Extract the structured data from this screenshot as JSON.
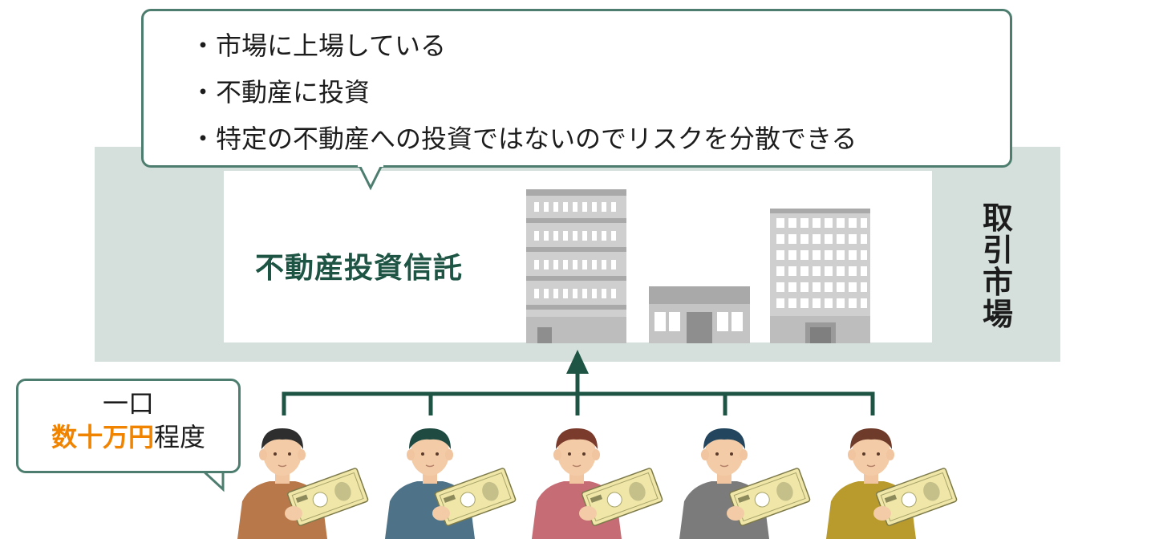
{
  "bubble_top": {
    "lines": [
      "・市場に上場している",
      "・不動産に投資",
      "・特定の不動産への投資ではないのでリスクを分散できる"
    ]
  },
  "fund_label": "不動産投資信託",
  "market_label": [
    "取",
    "引",
    "市",
    "場"
  ],
  "bubble_left": {
    "line1": "一口",
    "amount": "数十万円",
    "suffix": "程度"
  },
  "colors": {
    "accent_green": "#1d5444",
    "border_green": "#4d7d6e",
    "band": "#d5dfdb",
    "orange": "#f08300"
  },
  "investors": [
    {
      "name": "investor-older-man",
      "shirt": "#b8784a",
      "hair": "#2e2e2e"
    },
    {
      "name": "investor-young-man",
      "shirt": "#4e7388",
      "hair": "#1f4a42"
    },
    {
      "name": "investor-woman",
      "shirt": "#c66c74",
      "hair": "#7a3a2c"
    },
    {
      "name": "investor-mustache-man",
      "shirt": "#7b7b7b",
      "hair": "#23455e"
    },
    {
      "name": "investor-older-woman",
      "shirt": "#b99a2c",
      "hair": "#6e3b2a"
    }
  ]
}
